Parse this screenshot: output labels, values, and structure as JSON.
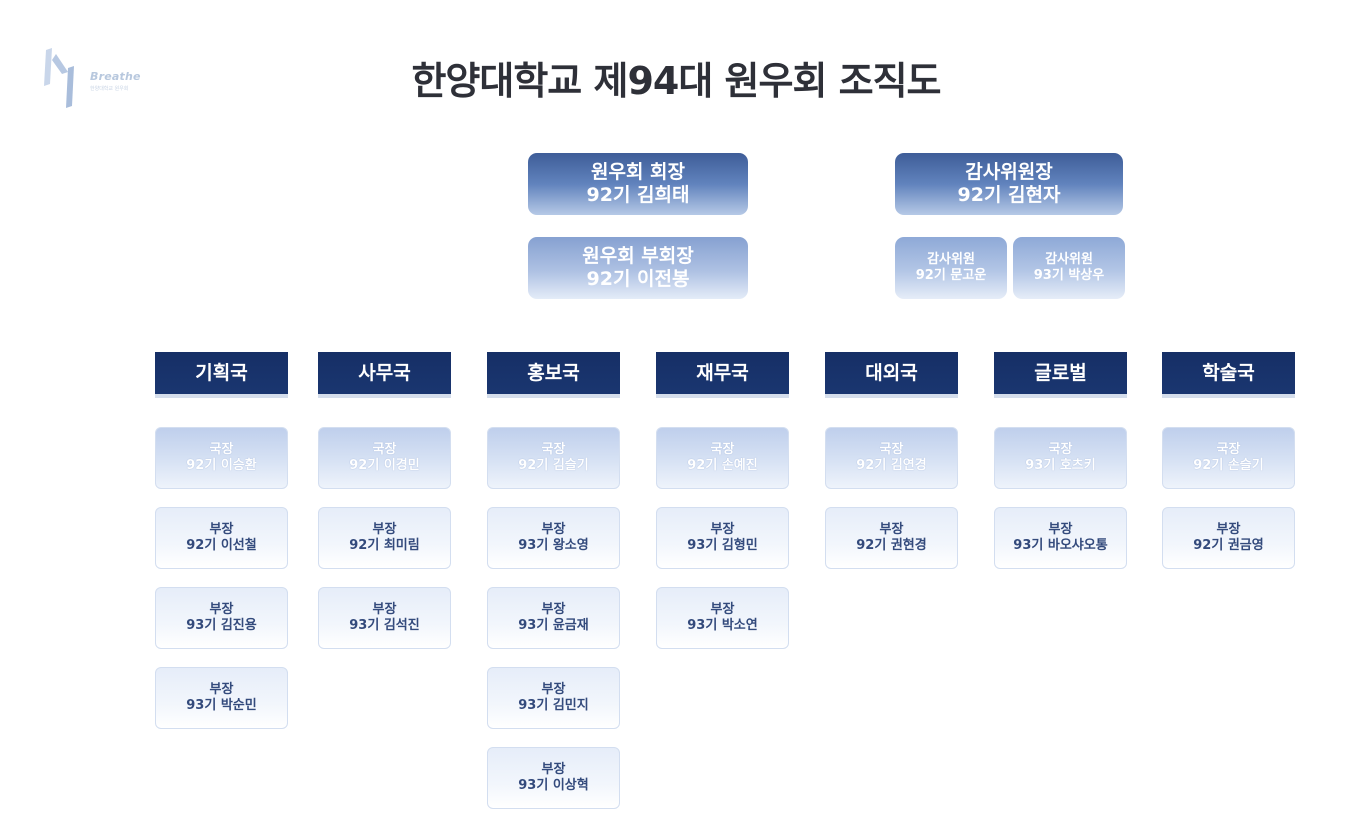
{
  "logo": {
    "name": "Breathe",
    "sub": "한양대학교 원우회"
  },
  "title": "한양대학교 제94대 원우회 조직도",
  "top": {
    "president": {
      "role": "원우회 회장",
      "person": "92기 김희태"
    },
    "vice_president": {
      "role": "원우회 부회장",
      "person": "92기 이전봉"
    },
    "audit_chair": {
      "role": "감사위원장",
      "person": "92기 김현자"
    },
    "auditors": [
      {
        "role": "감사위원",
        "person": "92기 문고운"
      },
      {
        "role": "감사위원",
        "person": "93기  박상우"
      }
    ]
  },
  "departments": [
    {
      "name": "기획국",
      "members": [
        {
          "role": "국장",
          "person": "92기 이승환"
        },
        {
          "role": "부장",
          "person": "92기 이선철"
        },
        {
          "role": "부장",
          "person": "93기 김진용"
        },
        {
          "role": "부장",
          "person": "93기 박순민"
        }
      ]
    },
    {
      "name": "사무국",
      "members": [
        {
          "role": "국장",
          "person": "92기 이경민"
        },
        {
          "role": "부장",
          "person": "92기 최미림"
        },
        {
          "role": "부장",
          "person": "93기 김석진"
        }
      ]
    },
    {
      "name": "홍보국",
      "members": [
        {
          "role": "국장",
          "person": "92기 김슬기"
        },
        {
          "role": "부장",
          "person": "93기 왕소영"
        },
        {
          "role": "부장",
          "person": "93기 윤금재"
        },
        {
          "role": "부장",
          "person": "93기 김민지"
        },
        {
          "role": "부장",
          "person": "93기 이상혁"
        }
      ]
    },
    {
      "name": "재무국",
      "members": [
        {
          "role": "국장",
          "person": "92기 손예진"
        },
        {
          "role": "부장",
          "person": "93기 김형민"
        },
        {
          "role": "부장",
          "person": "93기 박소연"
        }
      ]
    },
    {
      "name": "대외국",
      "members": [
        {
          "role": "국장",
          "person": "92기 김연경"
        },
        {
          "role": "부장",
          "person": "92기 권현경"
        }
      ]
    },
    {
      "name": "글로벌",
      "members": [
        {
          "role": "국장",
          "person": "93기 호츠키"
        },
        {
          "role": "부장",
          "person": "93기 바오샤오통"
        }
      ]
    },
    {
      "name": "학술국",
      "members": [
        {
          "role": "국장",
          "person": "92기 손슬기"
        },
        {
          "role": "부장",
          "person": "92기 권금영"
        }
      ]
    }
  ]
}
